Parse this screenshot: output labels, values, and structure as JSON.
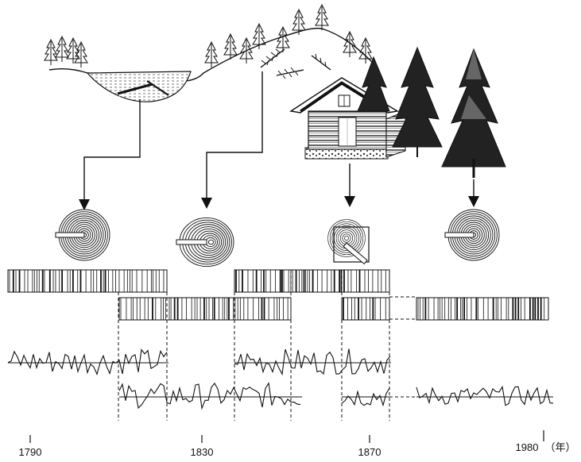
{
  "timeline": {
    "ticks": [
      {
        "label": "1790",
        "year": 1790
      },
      {
        "label": "1830",
        "year": 1830
      },
      {
        "label": "1870",
        "year": 1870
      },
      {
        "label": "1980",
        "year": 1980
      }
    ],
    "unit_label": "（年）"
  },
  "sources": [
    {
      "name": "lake-log",
      "icon": "submerged-log-icon"
    },
    {
      "name": "hillside-tree",
      "icon": "fallen-tree-icon"
    },
    {
      "name": "log-cabin",
      "icon": "log-cabin-icon"
    },
    {
      "name": "living-tree",
      "icon": "spruce-tree-icon"
    }
  ],
  "samples": [
    {
      "name": "lake-log-disc",
      "icon": "tree-ring-disc-icon"
    },
    {
      "name": "hillside-disc",
      "icon": "tree-ring-disc-icon"
    },
    {
      "name": "cabin-beam-section",
      "icon": "square-beam-section-icon"
    },
    {
      "name": "living-tree-core",
      "icon": "tree-ring-disc-icon"
    }
  ],
  "colors": {
    "ink": "#111111",
    "water": "#d8d8d8",
    "foliage": "#222222"
  }
}
